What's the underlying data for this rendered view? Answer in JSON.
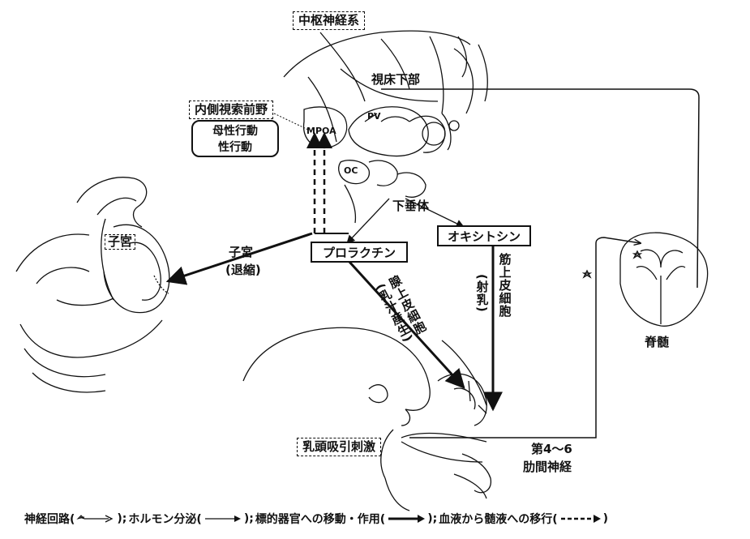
{
  "labels": {
    "cns": "中枢神経系",
    "hypothalamus": "視床下部",
    "pv": "PV",
    "oc": "OC",
    "mpoa": "MPOA",
    "mpoa_title": "内側視索前野",
    "mpoa_role_1": "母性行動",
    "mpoa_role_2": "性行動",
    "pituitary": "下垂体",
    "oxytocin": "オキシトシン",
    "prolactin": "プロラクチン",
    "uterus_label": "子宮",
    "uterus_path_1": "子宮",
    "uterus_path_2": "(退縮)",
    "glandular_1": "腺上皮細胞",
    "glandular_2": "(乳汁産生)",
    "myoepithelial_1": "筋上皮細胞",
    "myoepithelial_2": "(射乳)",
    "spinal_cord": "脊髄",
    "nipple_stimulus": "乳頭吸引刺激",
    "intercostal_1": "第4～6",
    "intercostal_2": "肋間神経"
  },
  "legend": {
    "neural": "神経回路(",
    "neural_end": ");",
    "hormone": "ホルモン分泌(",
    "hormone_end": ");",
    "target": "標的器官への移動・作用(",
    "target_end": ");",
    "blood_csf": "血液から髄液への移行(",
    "blood_csf_end": ")"
  }
}
